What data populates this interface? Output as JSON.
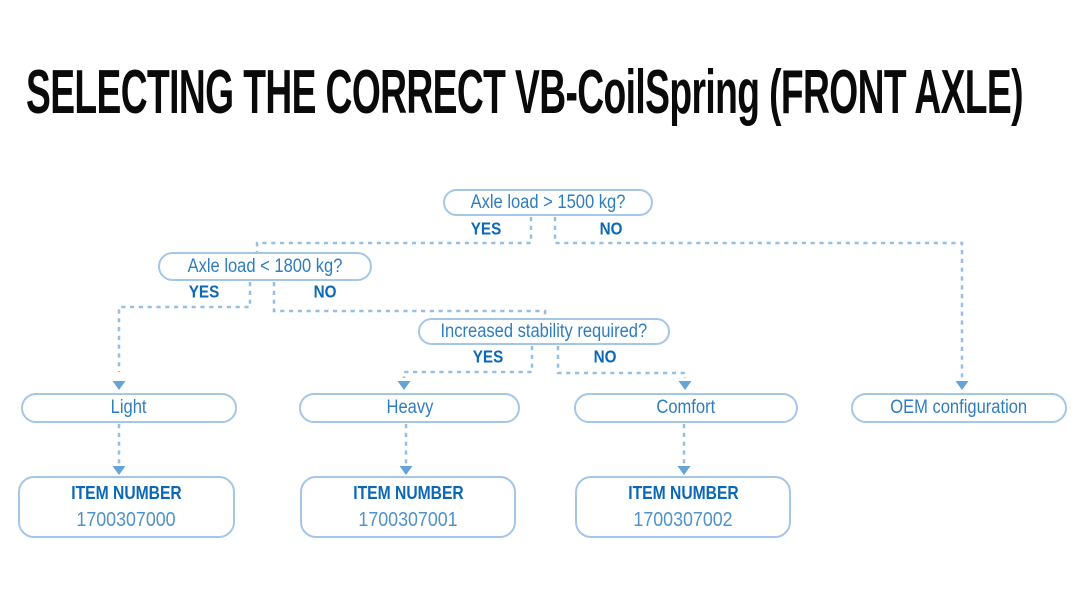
{
  "title": "SELECTING THE CORRECT VB-CoilSpring (FRONT AXLE)",
  "colors": {
    "title_color": "#0a0a0a",
    "box_border": "#a4c7e7",
    "box_text": "#2f7dc1",
    "label_bold": "#0c68b4",
    "item_number": "#4f93ca",
    "connector": "#97bfe3",
    "arrow": "#66a3d7",
    "page_bg": "#ffffff"
  },
  "flowchart": {
    "q1": {
      "question": "Axle load > 1500 kg?",
      "yes_label": "YES",
      "no_label": "NO"
    },
    "q2": {
      "question": "Axle load < 1800 kg?",
      "yes_label": "YES",
      "no_label": "NO"
    },
    "q3": {
      "question": "Increased stability required?",
      "yes_label": "YES",
      "no_label": "NO"
    },
    "outcomes": {
      "light": "Light",
      "heavy": "Heavy",
      "comfort": "Comfort",
      "oem": "OEM configuration"
    },
    "items": {
      "light": {
        "heading": "ITEM NUMBER",
        "number": "1700307000"
      },
      "heavy": {
        "heading": "ITEM NUMBER",
        "number": "1700307001"
      },
      "comfort": {
        "heading": "ITEM NUMBER",
        "number": "1700307002"
      }
    }
  }
}
